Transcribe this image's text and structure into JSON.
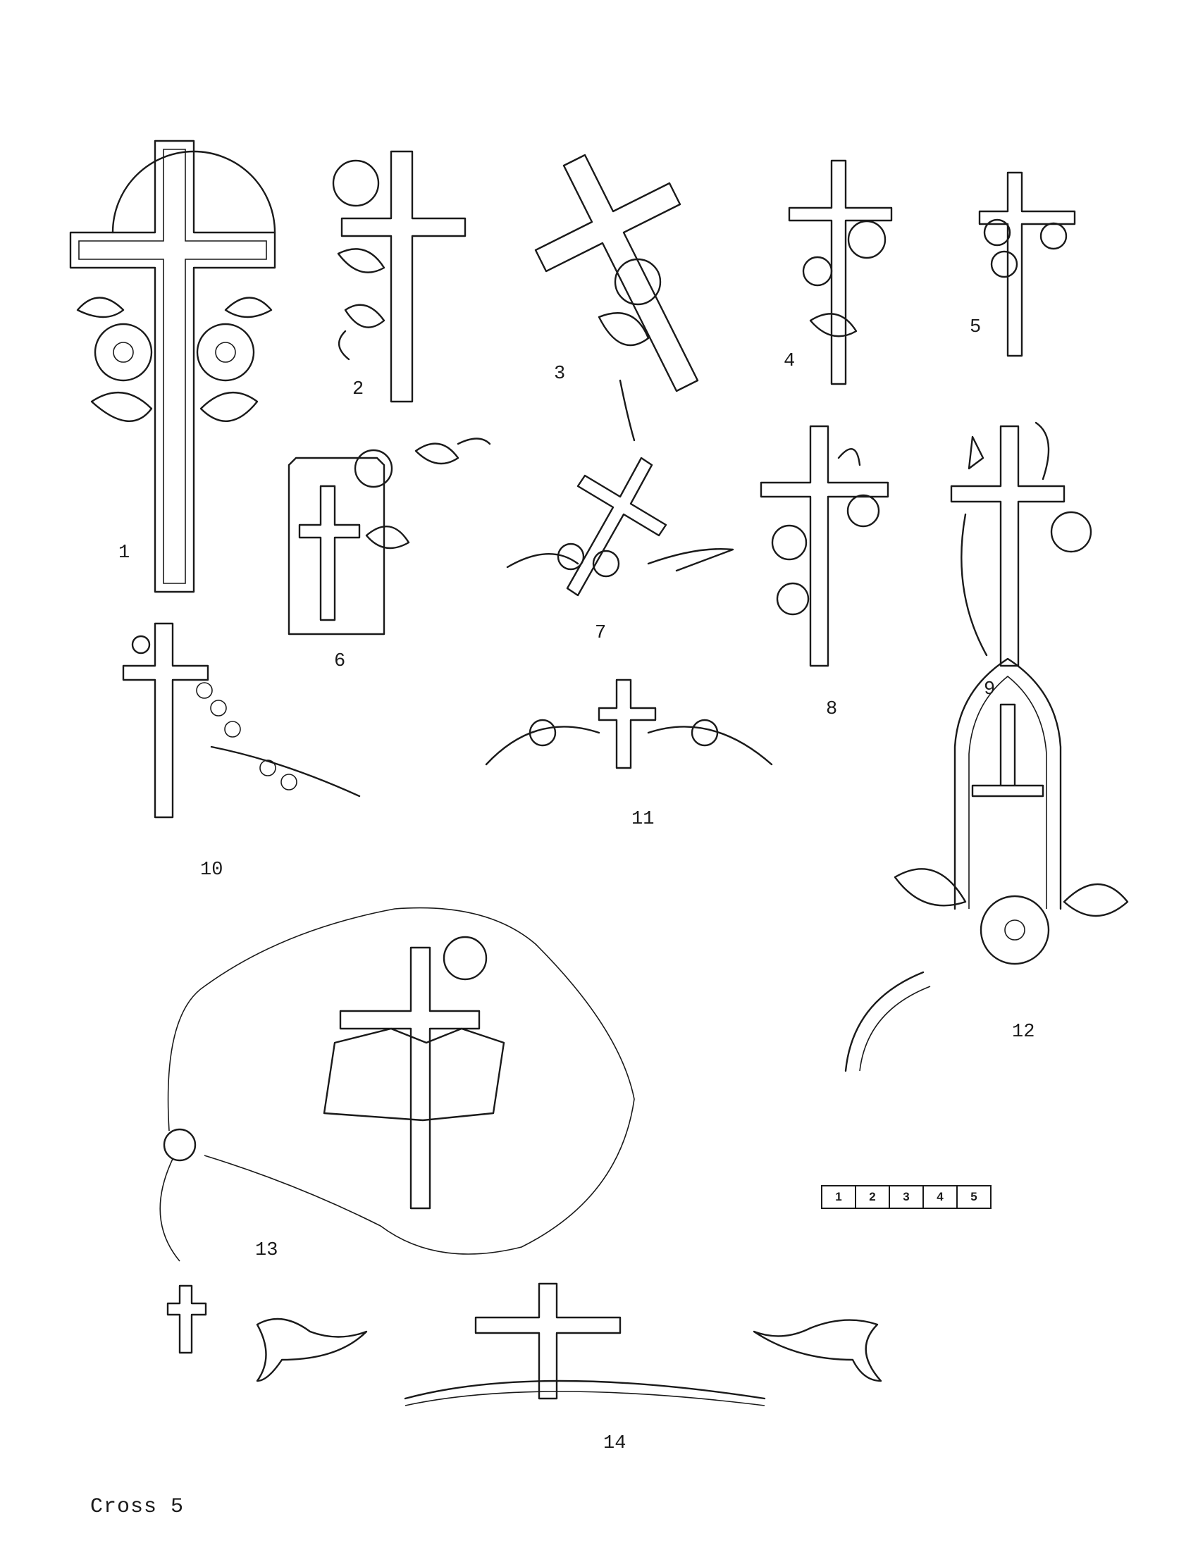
{
  "designs": [
    {
      "number": "1",
      "subject": "cross with halo and two flowers"
    },
    {
      "number": "2",
      "subject": "cross with flower spray"
    },
    {
      "number": "3",
      "subject": "tilted 3D cross with rose"
    },
    {
      "number": "4",
      "subject": "cross with roses"
    },
    {
      "number": "5",
      "subject": "cross with roses"
    },
    {
      "number": "6",
      "subject": "cross in frame with roses"
    },
    {
      "number": "7",
      "subject": "tilted cross with spray"
    },
    {
      "number": "8",
      "subject": "cross with roses"
    },
    {
      "number": "9",
      "subject": "cross with lilies"
    },
    {
      "number": "10",
      "subject": "cross with grape vine"
    },
    {
      "number": "11",
      "subject": "small cross with rose garland"
    },
    {
      "number": "12",
      "subject": "arched window cross with flowers"
    },
    {
      "number": "13",
      "subject": "rosary with book and cross"
    },
    {
      "number": "14",
      "subject": "cross with doves and floral garland"
    }
  ],
  "size_scale": [
    "1",
    "2",
    "3",
    "4",
    "5"
  ],
  "footer": {
    "title": "Cross 5"
  },
  "colors": {
    "line": "#1a1a1a",
    "background": "#ffffff"
  }
}
